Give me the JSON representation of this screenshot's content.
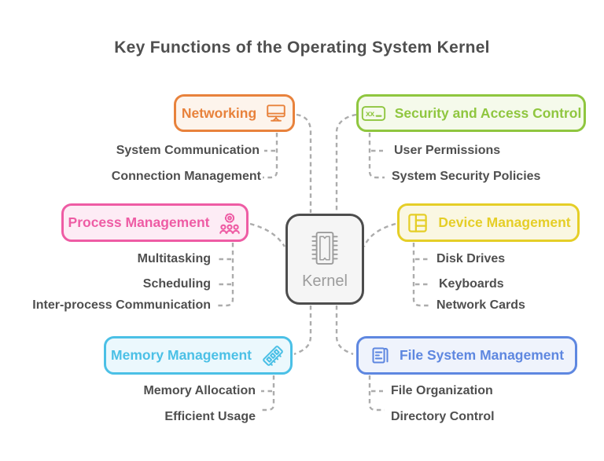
{
  "title": "Key Functions of the Operating System Kernel",
  "title_color": "#4F4F4F",
  "subtopic_color": "#4F4F4F",
  "connector_color": "#ACACAC",
  "kernel": {
    "label": "Kernel",
    "icon": "chip-icon",
    "border_color": "#4D4D4D",
    "bg": "#F5F5F5",
    "text_color": "#9C9C9C"
  },
  "branches": [
    {
      "label": "Networking",
      "icon": "monitor-icon",
      "color": "#E8823C",
      "bg": "#FDF4EC",
      "children": [
        "System Communication",
        "Connection Management"
      ]
    },
    {
      "label": "Security and Access Control",
      "icon": "password-field-icon",
      "color": "#8FC63F",
      "bg": "#F5FAEB",
      "children": [
        "User Permissions",
        "System Security Policies"
      ]
    },
    {
      "label": "Process Management",
      "icon": "team-settings-icon",
      "color": "#EE5CA4",
      "bg": "#FDECF5",
      "children": [
        "Multitasking",
        "Scheduling",
        "Inter-process Communication"
      ]
    },
    {
      "label": "Device Management",
      "icon": "layout-columns-icon",
      "color": "#E5CE27",
      "bg": "#FAF7E2",
      "children": [
        "Disk Drives",
        "Keyboards",
        "Network Cards"
      ]
    },
    {
      "label": "Memory Management",
      "icon": "ram-chip-icon",
      "color": "#4BC0E6",
      "bg": "#EBF8FD",
      "children": [
        "Memory Allocation",
        "Efficient Usage"
      ]
    },
    {
      "label": "File System Management",
      "icon": "document-icon",
      "color": "#5E87E0",
      "bg": "#EFF3FC",
      "children": [
        "File Organization",
        "Directory Control"
      ]
    }
  ]
}
